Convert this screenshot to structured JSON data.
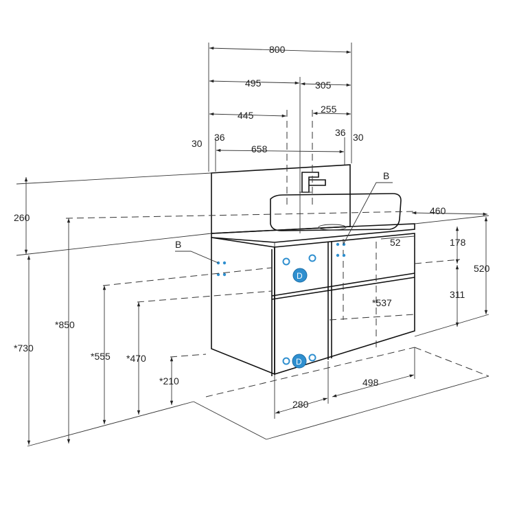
{
  "drawing": {
    "dims_top": {
      "d800": "800",
      "d495": "495",
      "d305": "305",
      "d445": "445",
      "d255": "255",
      "d30_left": "30",
      "d36_left": "36",
      "d658": "658",
      "d36_right": "36",
      "d30_right": "30"
    },
    "dims_left": {
      "d260": "260",
      "d850": "*850",
      "d730": "*730",
      "d555": "*555",
      "d470": "*470",
      "d210": "*210"
    },
    "dims_right": {
      "d460": "460",
      "d52": "52",
      "d178": "178",
      "d520": "520",
      "d311": "311",
      "d537": "*537"
    },
    "dims_bottom": {
      "d280": "280",
      "d498": "498"
    },
    "labels": {
      "b_left": "B",
      "b_right": "B",
      "d_upper": "D",
      "d_lower": "D"
    },
    "colors": {
      "connection": "#2f8fcf",
      "line": "#222222"
    }
  }
}
